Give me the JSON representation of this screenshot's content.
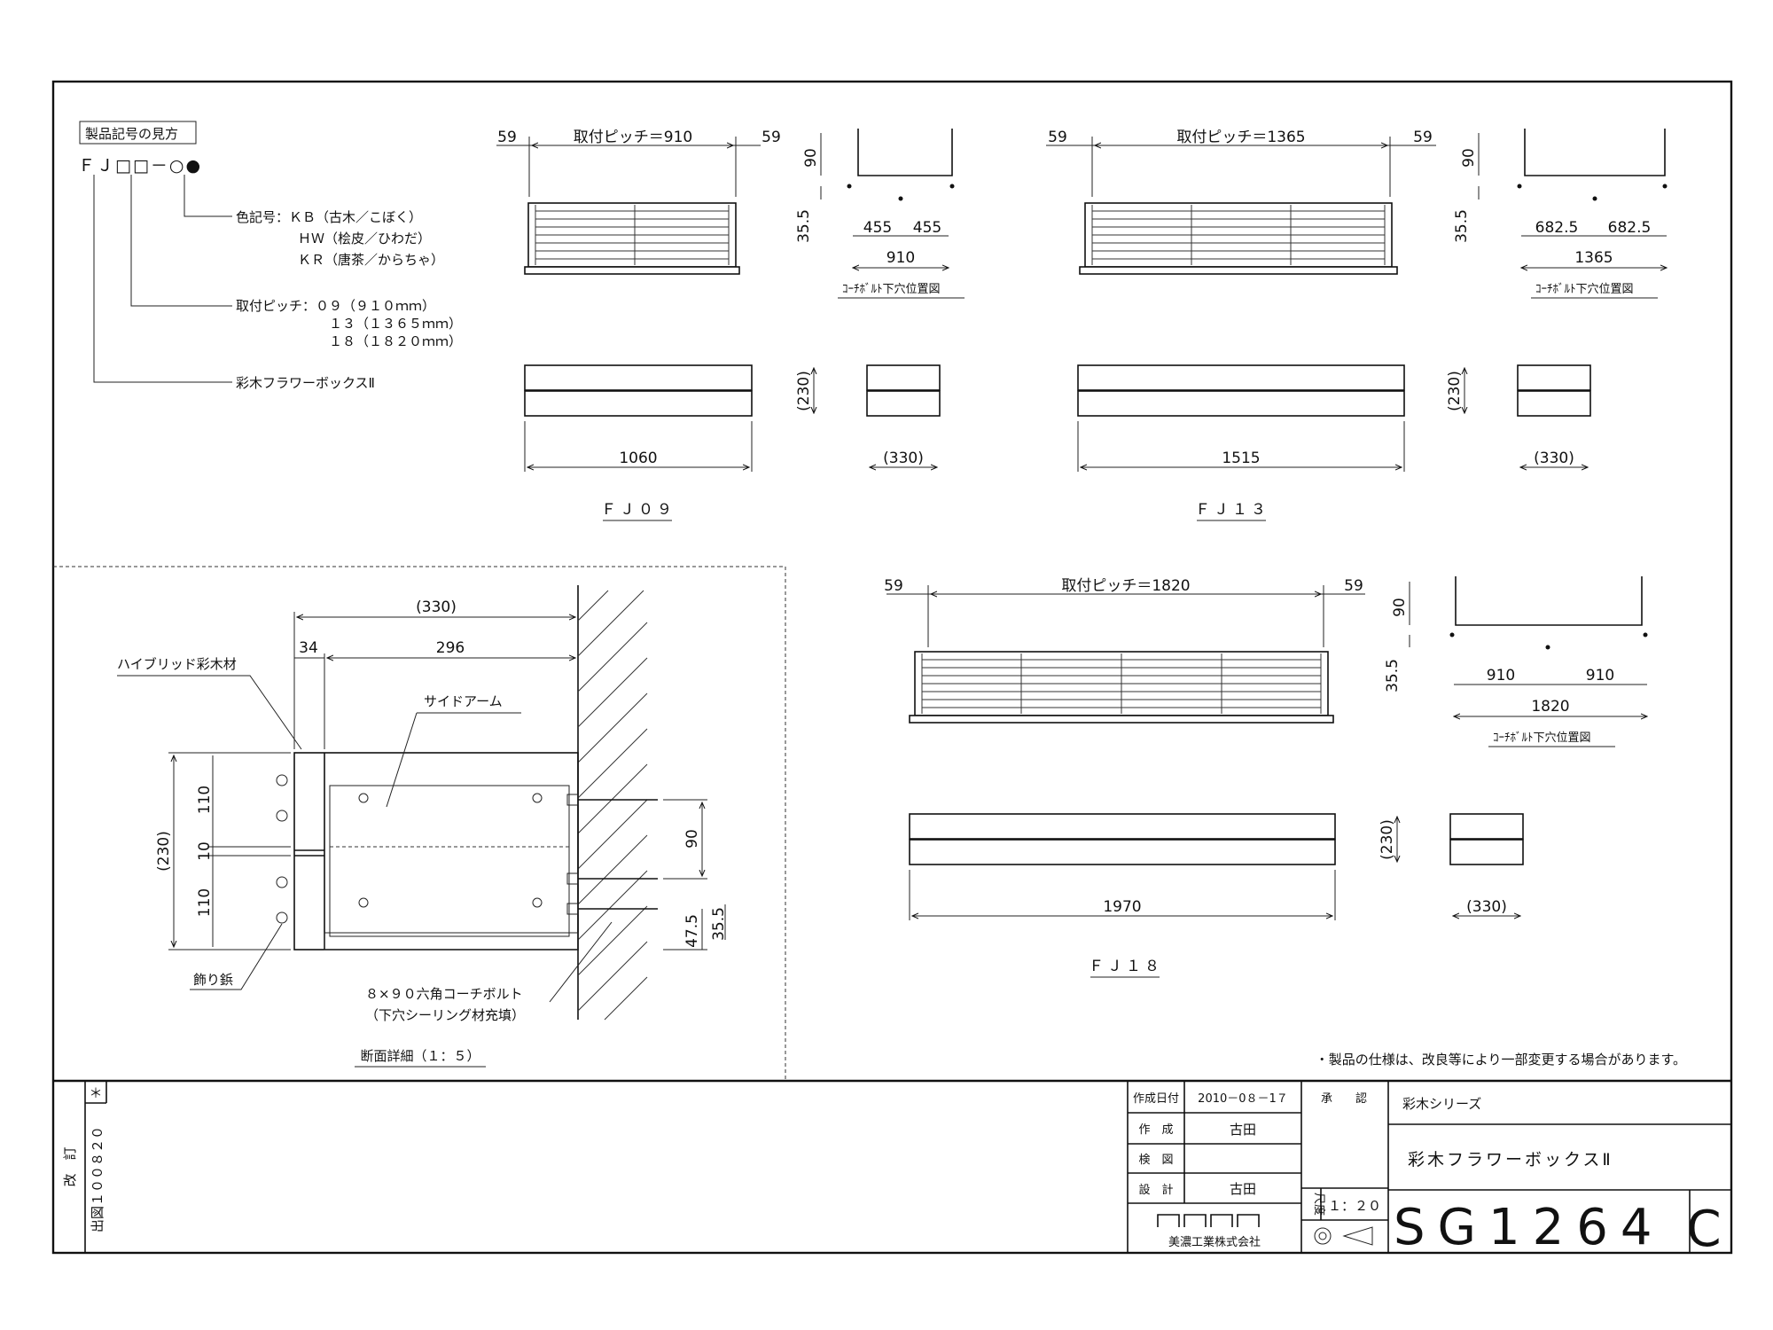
{
  "legend": {
    "title": "製品記号の見方",
    "code_prefix": "ＦＪ□□－○●",
    "color_label": "色記号：ＫＢ（古木／こぼく）",
    "color_hw": "ＨＷ（桧皮／ひわだ）",
    "color_kr": "ＫＲ（唐茶／からちゃ）",
    "pitch_label": "取付ピッチ：０９（９１０ｍｍ）",
    "pitch_13": "１３（１３６５ｍｍ）",
    "pitch_18": "１８（１８２０ｍｍ）",
    "product_label": "彩木フラワーボックスⅡ"
  },
  "fj09": {
    "edge_left": "59",
    "edge_right": "59",
    "pitch": "取付ピッチ＝910",
    "v90": "90",
    "v355": "35.5",
    "half_a": "455",
    "half_b": "455",
    "total": "910",
    "caption": "ｺｰﾁﾎﾞﾙﾄ下穴位置図",
    "width": "1060",
    "height": "(230)",
    "depth": "(330)",
    "name": "ＦＪ０９"
  },
  "fj13": {
    "edge_left": "59",
    "edge_right": "59",
    "pitch": "取付ピッチ＝1365",
    "v90": "90",
    "v355": "35.5",
    "half_a": "682.5",
    "half_b": "682.5",
    "total": "1365",
    "caption": "ｺｰﾁﾎﾞﾙﾄ下穴位置図",
    "width": "1515",
    "height": "(230)",
    "depth": "(330)",
    "name": "ＦＪ１３"
  },
  "fj18": {
    "edge_left": "59",
    "edge_right": "59",
    "pitch": "取付ピッチ＝1820",
    "v90": "90",
    "v355": "35.5",
    "half_a": "910",
    "half_b": "910",
    "total": "1820",
    "caption": "ｺｰﾁﾎﾞﾙﾄ下穴位置図",
    "width": "1970",
    "height": "(230)",
    "depth": "(330)",
    "name": "ＦＪ１８"
  },
  "section": {
    "depth_total": "(330)",
    "d34": "34",
    "d296": "296",
    "label_material": "ハイブリッド彩木材",
    "label_arm": "サイドアーム",
    "h110a": "110",
    "h10": "10",
    "h110b": "110",
    "h230": "(230)",
    "v90": "90",
    "v475": "47.5",
    "v355": "35.5",
    "label_rivet": "飾り鋲",
    "bolt_line1": "８×９０六角コーチボルト",
    "bolt_line2": "（下穴シーリング材充填）",
    "caption": "断面詳細（１：５）"
  },
  "note": "・製品の仕様は、改良等により一部変更する場合があります。",
  "revision": {
    "mark": "＊",
    "label": "改　訂",
    "issue": "出図１００８２０"
  },
  "title_block": {
    "date_label": "作成日付",
    "date_value": "2010－0８－1７",
    "approve_label": "承　　認",
    "made_label": "作　成",
    "made_value": "古田",
    "check_label": "検　図",
    "design_label": "設　計",
    "design_value": "古田",
    "scale_label": "尺度",
    "scale_value": "１：２０",
    "company": "美濃工業株式会社",
    "series": "彩木シリーズ",
    "product": "彩木フラワーボックスⅡ",
    "drawing_no": "SG1264",
    "revision_letter": "C"
  }
}
